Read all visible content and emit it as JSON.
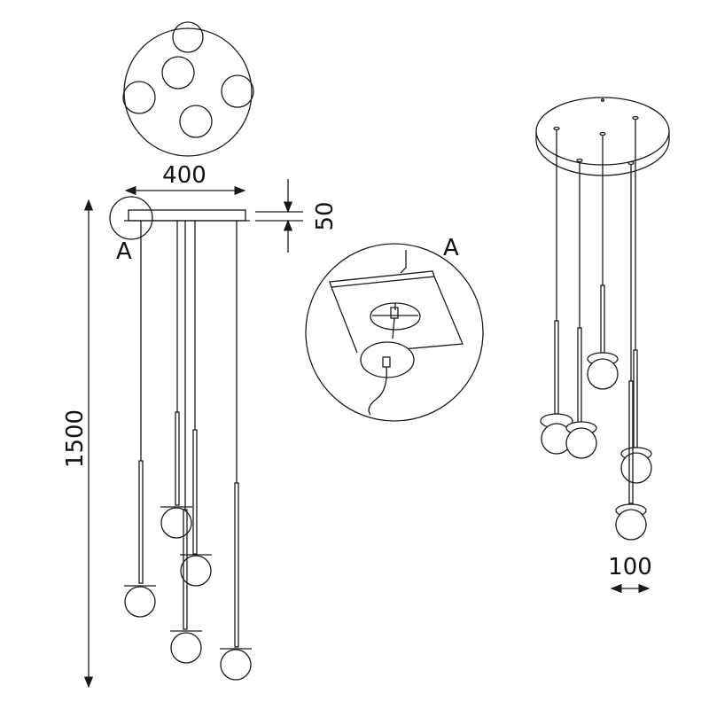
{
  "dimensions": {
    "width": "400",
    "canopy_height": "50",
    "total_height": "1500",
    "globe_diameter": "100"
  },
  "labels": {
    "detail_marker": "A",
    "detail_title": "A"
  },
  "colors": {
    "line": "#1a1a1a",
    "background": "#ffffff"
  }
}
